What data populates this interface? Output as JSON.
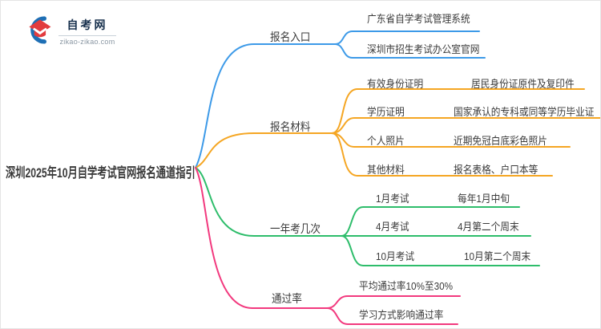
{
  "page": {
    "background": "#ffffff"
  },
  "logo": {
    "site_name": "自考网",
    "site_domain": "zikao-zikao.com",
    "icon": "graduation-cap-icon",
    "cap_color": "#e23c3f",
    "crescent_color": "#1e6fb5"
  },
  "mindmap": {
    "root_title": "深圳2025年10月自学考试官网报名通道指引",
    "branches": [
      {
        "label": "报名入口",
        "color": "#3d9ae8",
        "children": [
          {
            "label": "广东省自学考试管理系统",
            "desc": ""
          },
          {
            "label": "深圳市招生考试办公室官网",
            "desc": ""
          }
        ]
      },
      {
        "label": "报名材料",
        "color": "#f5a623",
        "children": [
          {
            "label": "有效身份证明",
            "desc": "居民身份证原件及复印件"
          },
          {
            "label": "学历证明",
            "desc": "国家承认的专科或同等学历毕业证"
          },
          {
            "label": "个人照片",
            "desc": "近期免冠白底彩色照片"
          },
          {
            "label": "其他材料",
            "desc": "报名表格、户口本等"
          }
        ]
      },
      {
        "label": "一年考几次",
        "color": "#2ebd6b",
        "children": [
          {
            "label": "1月考试",
            "desc": "每年1月中旬"
          },
          {
            "label": "4月考试",
            "desc": "4月第二个周末"
          },
          {
            "label": "10月考试",
            "desc": "10月第二个周末"
          }
        ]
      },
      {
        "label": "通过率",
        "color": "#f2397e",
        "children": [
          {
            "label": "平均通过率10%至30%",
            "desc": ""
          },
          {
            "label": "学习方式影响通过率",
            "desc": ""
          }
        ]
      }
    ]
  }
}
